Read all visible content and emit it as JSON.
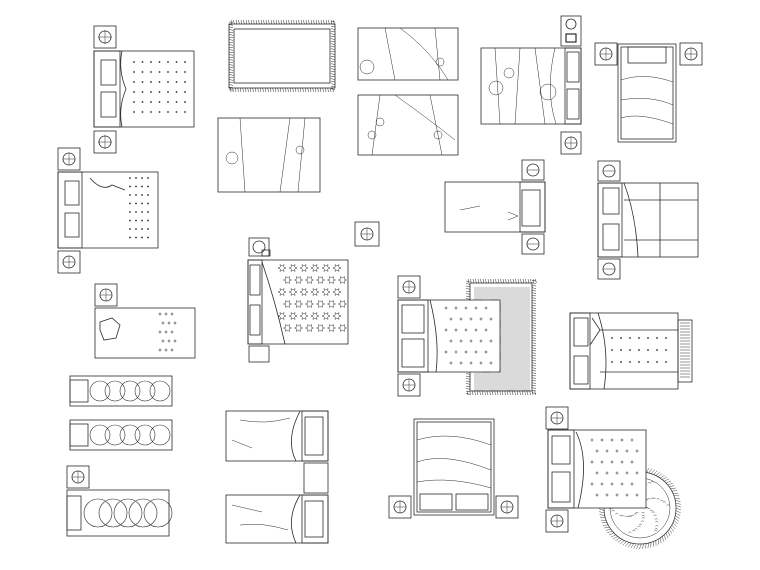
{
  "drawing": {
    "background": "#ffffff",
    "line_color": "#2a2a2a",
    "symbols": [
      "bed-double-plan",
      "bed-twin-plan",
      "bed-king-plan",
      "nightstand-lamp",
      "area-rug-fringed",
      "round-rug"
    ]
  }
}
